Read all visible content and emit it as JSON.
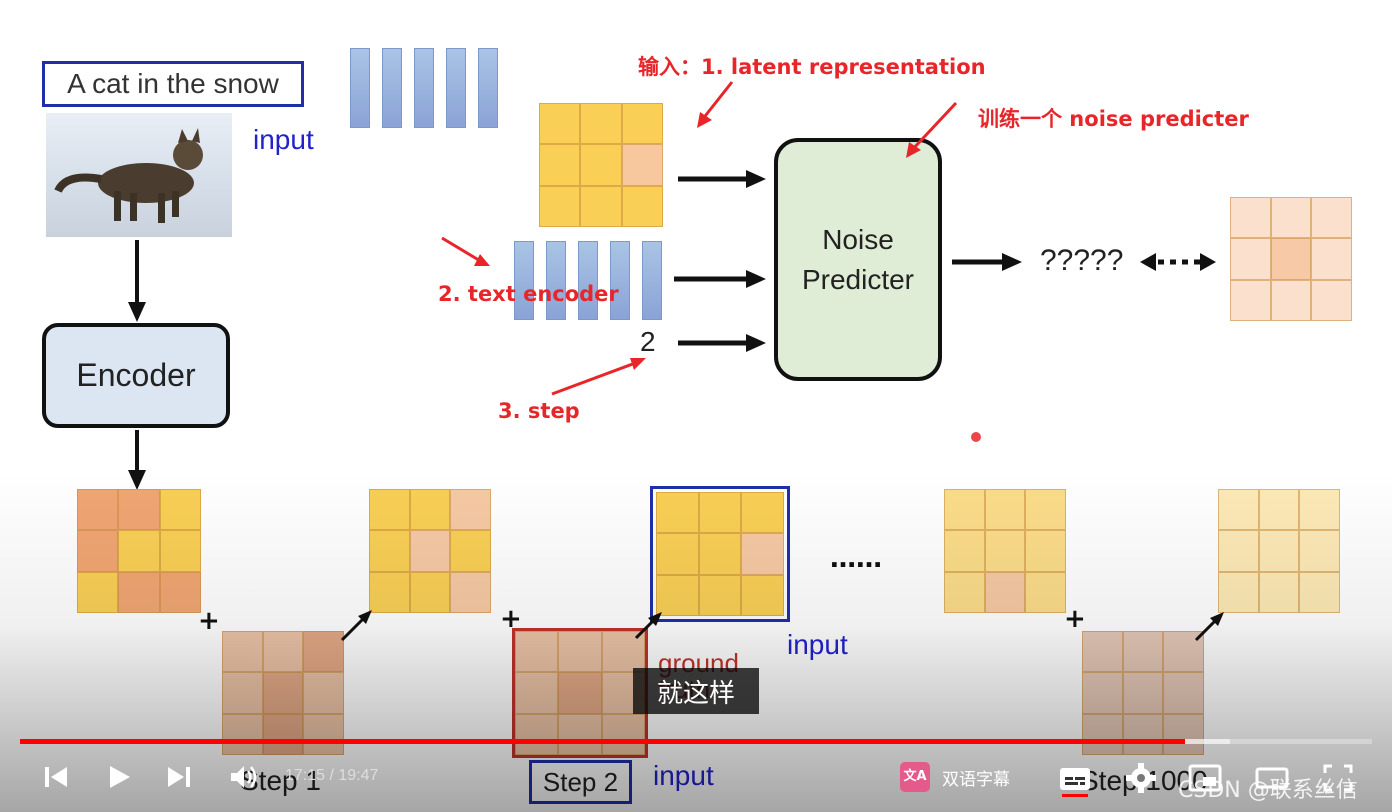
{
  "slide": {
    "caption_box_text": "A cat in the snow",
    "input_label_top": "input",
    "encoder_label": "Encoder",
    "noise_predicter_label": "Noise Predicter",
    "question_marks": "?????",
    "step_number": "2",
    "ellipsis": "……",
    "input_label_blue_frame": "input",
    "ground_truth_text": "ground truth",
    "step1_label": "Step 1",
    "step2_label": "Step 2",
    "step1000_label": "Step 1000",
    "input_label_bottom": "input",
    "plus": "+"
  },
  "annotations": {
    "input_latent": "输入：1. latent representation",
    "train_noise": "训练一个 noise predicter",
    "text_encoder": "2. text encoder",
    "step": "3. step"
  },
  "subtitle": {
    "text": "就这样"
  },
  "player": {
    "time_current": "17:15",
    "time_sep": " / ",
    "time_total": "19:47",
    "bilingual_label": "双语字幕",
    "progress_played": 0.862,
    "progress_buffered": 0.895,
    "accent_color": "#ff0000"
  },
  "watermark": {
    "text": "CSDN @联系丝信"
  }
}
